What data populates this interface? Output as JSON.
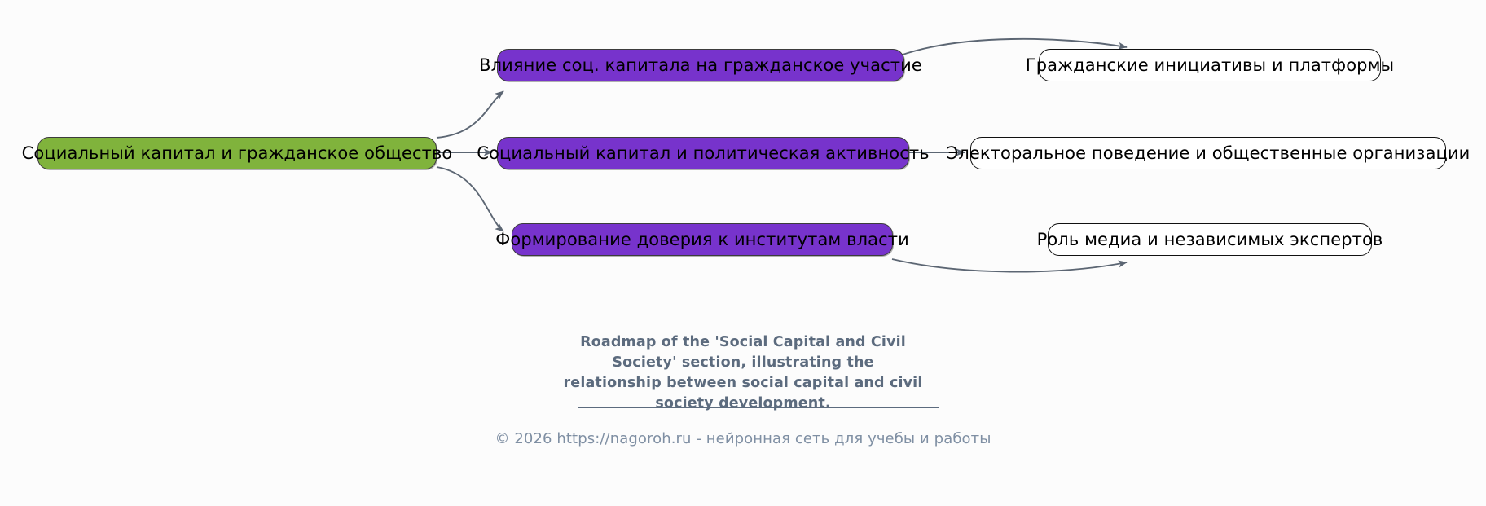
{
  "diagram": {
    "type": "roadmap-flowchart",
    "orientation": "left-to-right",
    "colors": {
      "root_fill": "#80b33c",
      "branch_fill": "#7733cc",
      "leaf_fill": "#ffffff",
      "node_stroke": "#3c3c3c",
      "leaf_stroke": "#111111",
      "edge_stroke": "#5c6b7e",
      "caption_text": "#5c6b7e",
      "footer_text": "#7f8fa3",
      "background": "#fcfcfc"
    },
    "root": {
      "id": "root",
      "label": "Социальный капитал и гражданское общество"
    },
    "branches": [
      {
        "id": "branch-1",
        "label": "Влияние соц. капитала на гражданское участие"
      },
      {
        "id": "branch-2",
        "label": "Социальный капитал и политическая активность"
      },
      {
        "id": "branch-3",
        "label": "Формирование доверия к институтам власти"
      }
    ],
    "leaves": [
      {
        "id": "leaf-1",
        "label": "Гражданские инициативы и платформы"
      },
      {
        "id": "leaf-2",
        "label": "Электоральное поведение и общественные организации"
      },
      {
        "id": "leaf-3",
        "label": "Роль медиа и независимых экспертов"
      }
    ],
    "edges": [
      {
        "from": "root",
        "to": "branch-1",
        "style": "curved"
      },
      {
        "from": "root",
        "to": "branch-2",
        "style": "straight"
      },
      {
        "from": "root",
        "to": "branch-3",
        "style": "curved"
      },
      {
        "from": "branch-1",
        "to": "leaf-1",
        "style": "curved"
      },
      {
        "from": "branch-2",
        "to": "leaf-2",
        "style": "straight"
      },
      {
        "from": "branch-3",
        "to": "leaf-3",
        "style": "curved"
      }
    ]
  },
  "caption": {
    "lines": [
      "Roadmap of the 'Social Capital and Civil",
      "Society' section, illustrating the",
      "relationship between social capital and civil",
      "society development."
    ]
  },
  "footer": {
    "text": "© 2026 https://nagoroh.ru - нейронная сеть для учебы и работы"
  }
}
